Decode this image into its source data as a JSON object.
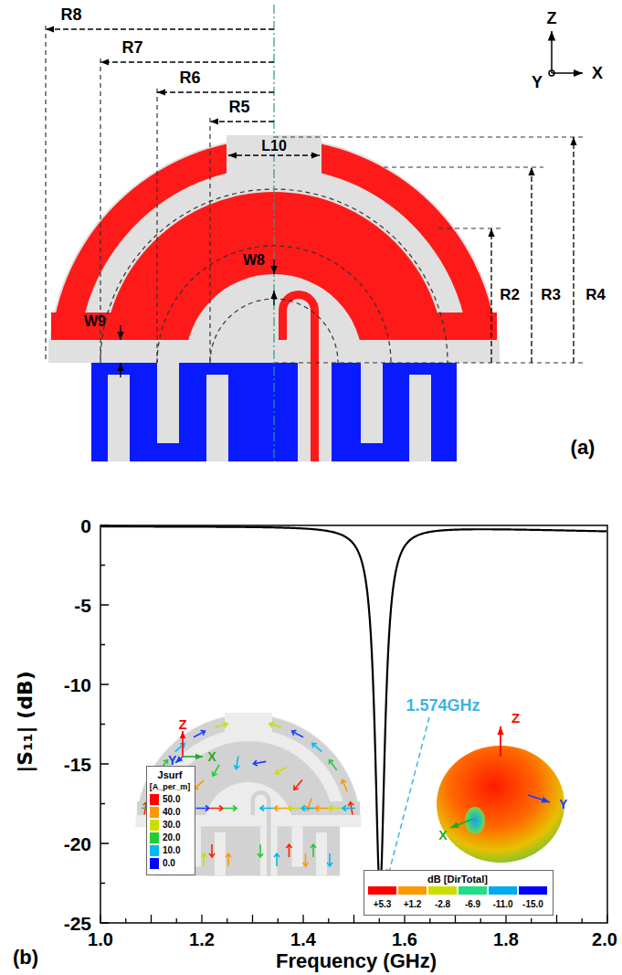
{
  "diagram": {
    "labels": [
      "R8",
      "R7",
      "R6",
      "R5",
      "L10",
      "W8",
      "R2",
      "R3",
      "R4",
      "W9",
      "Z",
      "Y",
      "X",
      "(a)",
      "0",
      "-5",
      "-10",
      "-15",
      "-20",
      "-25",
      "|S₁₁| (dB)",
      "1.0",
      "1.2",
      "1.4",
      "1.6",
      "1.8",
      "2.0",
      "Frequency (GHz)",
      "1.574GHz",
      "(b)",
      "Z",
      "X",
      "Y",
      "Jsurf",
      "[A_per_m]",
      "Z",
      "X",
      "Y",
      "dB [DirTotal]"
    ],
    "legend": [
      {
        "text": "50.0",
        "color": "#ff0000"
      },
      {
        "text": "40.0",
        "color": "#ff9900"
      },
      {
        "text": "30.0",
        "color": "#ccdd00"
      },
      {
        "text": "20.0",
        "color": "#22cc33"
      },
      {
        "text": "10.0",
        "color": "#00bbee"
      },
      {
        "text": "0.0",
        "color": "#0000ff"
      },
      {
        "text": "+5.3",
        "color": "#ff0000"
      },
      {
        "text": "+1.2",
        "color": "#ff9900"
      },
      {
        "text": "-2.8",
        "color": "#ccdd00"
      },
      {
        "text": "-6.9",
        "color": "#22dd88"
      },
      {
        "text": "-11.0",
        "color": "#00aaee"
      },
      {
        "text": "-15.0",
        "color": "#0000ff"
      }
    ]
  }
}
